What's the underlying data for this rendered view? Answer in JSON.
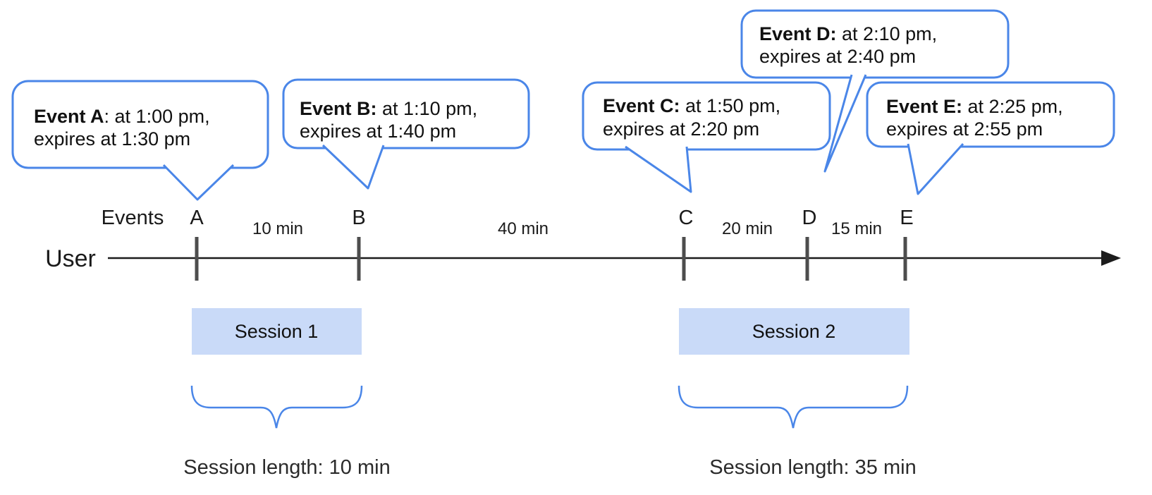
{
  "colors": {
    "accent_blue": "#4a86e8",
    "session_fill": "#c9daf8",
    "tick_gray": "#4d4d4d",
    "line_black": "#1c1c1c"
  },
  "labels": {
    "events": "Events",
    "user": "User"
  },
  "event_marks": [
    {
      "letter": "A"
    },
    {
      "letter": "B"
    },
    {
      "letter": "C"
    },
    {
      "letter": "D"
    },
    {
      "letter": "E"
    }
  ],
  "gap_labels": [
    {
      "text": "10 min"
    },
    {
      "text": "40 min"
    },
    {
      "text": "20 min"
    },
    {
      "text": "15 min"
    }
  ],
  "bubbles": [
    {
      "event": "A",
      "bold": "Event A",
      "line1_rest": ": at 1:00 pm,",
      "line2": "expires at 1:30 pm"
    },
    {
      "event": "B",
      "bold": "Event B:",
      "line1_rest": " at 1:10 pm,",
      "line2": "expires at 1:40 pm"
    },
    {
      "event": "C",
      "bold": "Event C:",
      "line1_rest": " at 1:50 pm,",
      "line2": "expires at 2:20 pm"
    },
    {
      "event": "D",
      "bold": "Event D:",
      "line1_rest": " at 2:10 pm,",
      "line2": "expires at 2:40 pm"
    },
    {
      "event": "E",
      "bold": "Event E:",
      "line1_rest": " at 2:25 pm,",
      "line2": "expires at 2:55 pm"
    }
  ],
  "sessions": [
    {
      "label": "Session 1",
      "length": "Session length: 10 min"
    },
    {
      "label": "Session 2",
      "length": "Session length: 35 min"
    }
  ]
}
